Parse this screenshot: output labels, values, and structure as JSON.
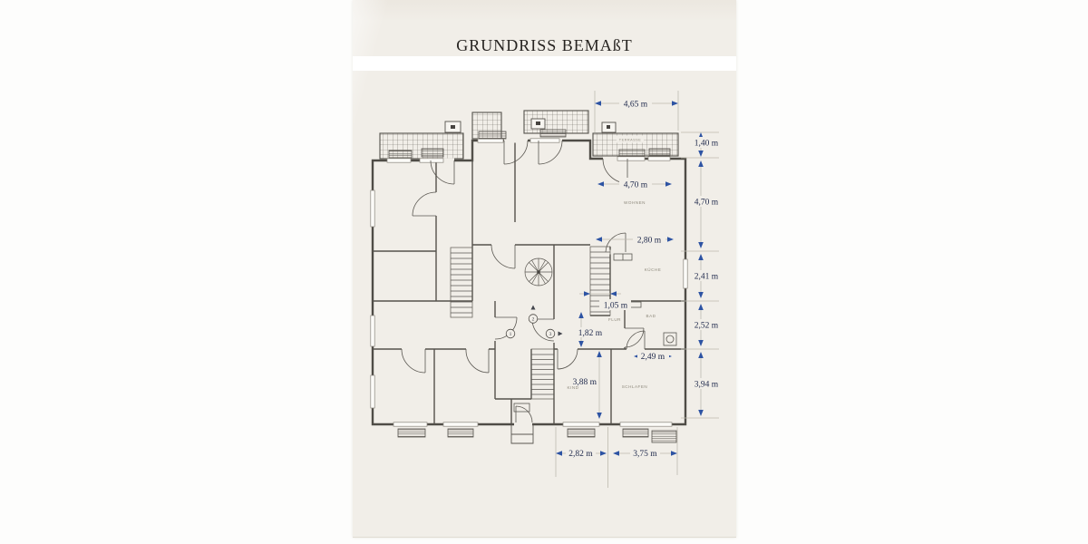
{
  "page": {
    "title": "GRUNDRISS BEMAßT"
  },
  "rooms": {
    "terrasse": "TERRASSE",
    "wohnen": "WOHNEN",
    "kueche": "KÜCHE",
    "flur": "FLUR",
    "bad": "BAD",
    "kind": "KIND",
    "schlafen": "SCHLAFEN"
  },
  "dims": {
    "top_width": "4,65 m",
    "terrace_depth": "1,40 m",
    "wohnen_depth": "4,70 m",
    "wohnen_width": "4,70 m",
    "kueche_width": "2,80 m",
    "kueche_depth": "2,41 m",
    "stair_width": "1,05 m",
    "flur_width": "1,82 m",
    "bad_depth": "2,52 m",
    "schlafen_width": "2,49 m",
    "kind_depth": "3,88 m",
    "schlafen_depth": "3,94 m",
    "kind_width": "2,82 m",
    "schlafen_width_bottom": "3,75 m"
  },
  "door_numbers": {
    "n1": "1",
    "n2": "2",
    "n3": "3"
  },
  "colors": {
    "paper": "#f1eee8",
    "dimension_blue": "#2d53a3",
    "dimension_text": "#222c4e",
    "plan_line": "#4f4c46",
    "room_label": "#8e897c"
  }
}
